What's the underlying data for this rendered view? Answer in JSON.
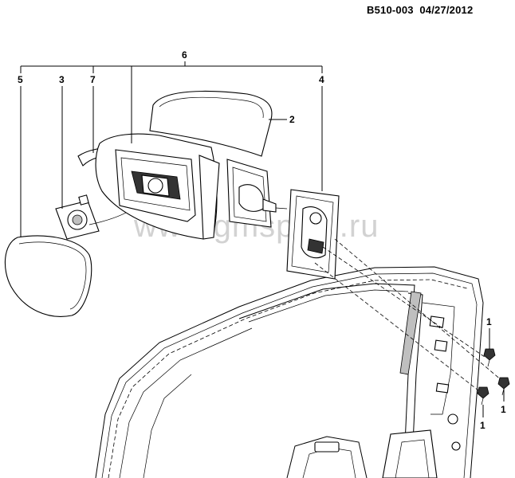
{
  "header": {
    "code": "B510-003",
    "date": "04/27/2012"
  },
  "watermark": "www.gmsplod.ru",
  "callouts": {
    "c6": "6",
    "c5": "5",
    "c3": "3",
    "c7": "7",
    "c4": "4",
    "c2": "2",
    "c1a": "1",
    "c1b": "1",
    "c1c": "1"
  }
}
